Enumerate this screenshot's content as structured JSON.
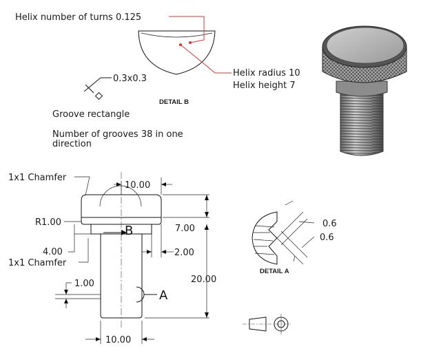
{
  "labels": {
    "helix_turns": "Helix number of turns 0.125",
    "helix_radius": "Helix radius 10",
    "helix_height": "Helix height 7",
    "groove_dim": "0.3x0.3",
    "groove_rect": "Groove rectangle",
    "grooves_line1": "Number of grooves 38 in one",
    "grooves_line2": "direction",
    "detail_b": "DETAIL B",
    "detail_a": "DETAIL A",
    "chamfer_top": "1x1 Chamfer",
    "chamfer_bottom": "1x1 Chamfer",
    "radius": "R1.00",
    "dim_head_width": "10.00",
    "dim_head_height": "7.00",
    "dim_shoulder": "2.00",
    "dim_neck": "4.00",
    "dim_total": "20.00",
    "dim_groove": "1.00",
    "dim_shaft": "10.00",
    "dim_a1": "0.6",
    "dim_a2": "0.6",
    "marker_a": "A",
    "marker_b": "B"
  },
  "colors": {
    "line": "#111111",
    "leader_red": "#d83434",
    "render_dark": "#2a2a2a",
    "render_light": "#c8c8c8"
  }
}
